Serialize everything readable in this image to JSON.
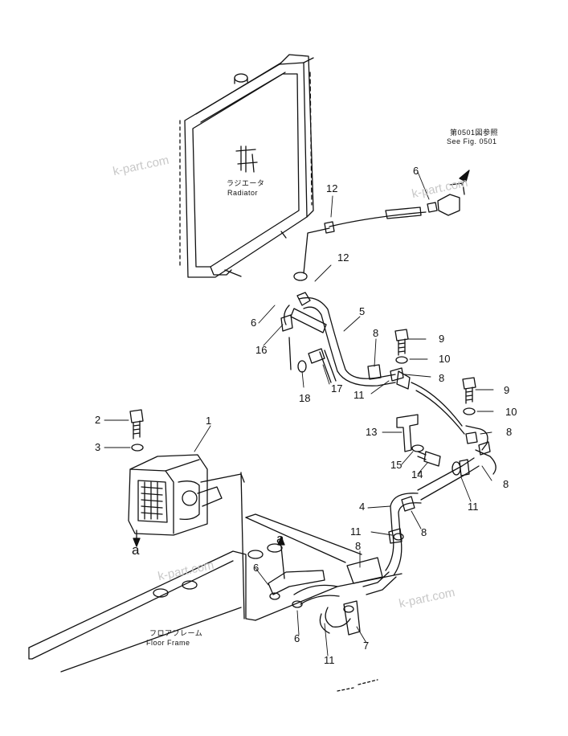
{
  "callouts": {
    "radiator_jp": "ラジエータ",
    "radiator_en": "Radiator",
    "seefig_jp": "第0501図参照",
    "seefig_en": "See Fig. 0501",
    "floor_jp": "フロアフレーム",
    "floor_en": "Floor Frame",
    "arrow_a": "a"
  },
  "part_numbers": {
    "p1": "1",
    "p2": "2",
    "p3": "3",
    "p4": "4",
    "p5": "5",
    "p6": "6",
    "p7": "7",
    "p8": "8",
    "p9": "9",
    "p10": "10",
    "p11": "11",
    "p12": "12",
    "p13": "13",
    "p14": "14",
    "p15": "15",
    "p16": "16",
    "p17": "17",
    "p18": "18"
  },
  "watermark": "k-part.com"
}
